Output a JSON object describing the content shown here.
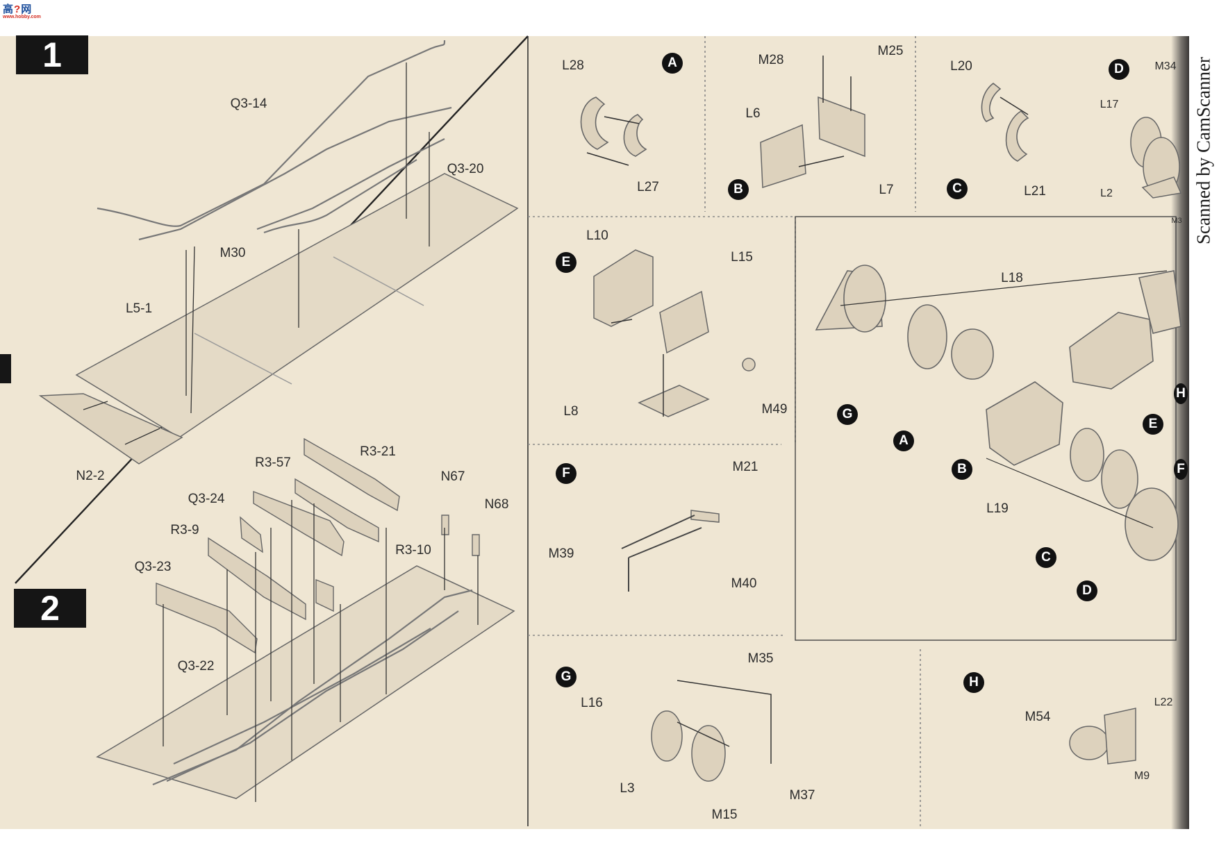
{
  "logo": {
    "chars": "高?网",
    "url": "www.hobby.com"
  },
  "scanner_watermark": "Scanned by CamScanner",
  "steps": [
    "1",
    "2"
  ],
  "step1_parts": [
    "Q3-14",
    "Q3-20",
    "M30",
    "L5-1",
    "N2-2"
  ],
  "step2_parts": [
    "R3-57",
    "R3-21",
    "N67",
    "N68",
    "Q3-24",
    "R3-9",
    "R3-10",
    "Q3-23",
    "Q3-22"
  ],
  "subassemblies": {
    "A": {
      "letter": "A",
      "parts": [
        "L28",
        "L27"
      ]
    },
    "B": {
      "letter": "B",
      "parts": [
        "M28",
        "M25",
        "L6",
        "L7"
      ]
    },
    "C": {
      "letter": "C",
      "parts": [
        "L20",
        "L21"
      ]
    },
    "D": {
      "letter": "D",
      "parts": [
        "M34",
        "L17",
        "L2",
        "M3"
      ]
    },
    "E": {
      "letter": "E",
      "parts": [
        "L10",
        "L15",
        "L8",
        "M49"
      ]
    },
    "F": {
      "letter": "F",
      "parts": [
        "M21",
        "M39",
        "M40"
      ]
    },
    "G": {
      "letter": "G",
      "parts": [
        "M35",
        "L16",
        "L3",
        "M37",
        "M15"
      ]
    },
    "H": {
      "letter": "H",
      "parts": [
        "M54",
        "L22",
        "M9"
      ]
    }
  },
  "final_assembly": {
    "parts": [
      "L18",
      "L19"
    ],
    "letters": [
      "G",
      "A",
      "B",
      "E",
      "H",
      "F",
      "C",
      "D"
    ]
  }
}
